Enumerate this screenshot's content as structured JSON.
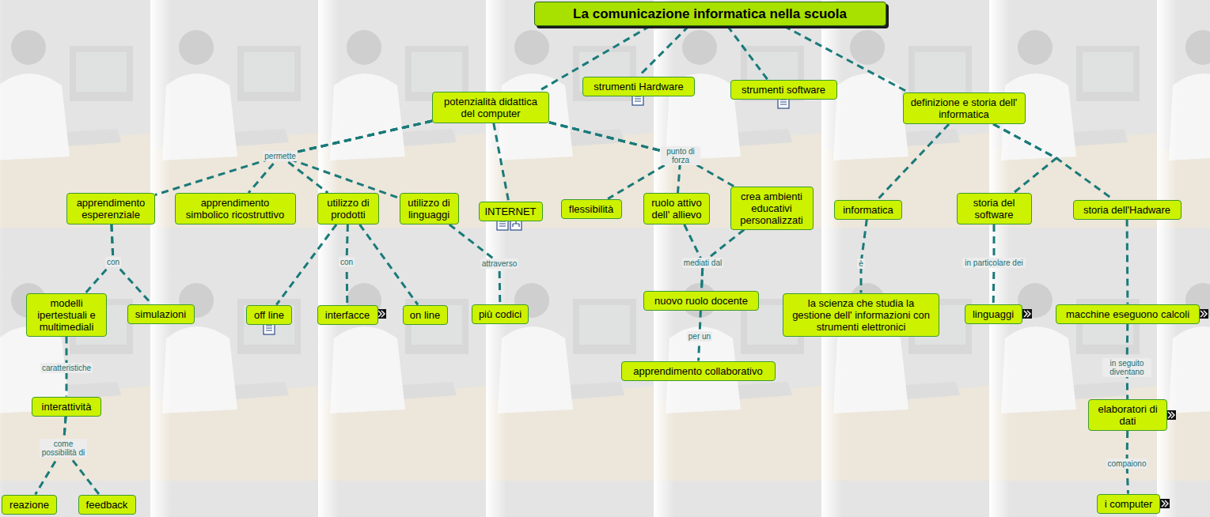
{
  "diagram": {
    "nodes": [
      {
        "text": [
          "La comunicazione informatica nella scuola"
        ]
      },
      {
        "text": [
          "strumenti Hardware"
        ]
      },
      {
        "text": [
          "strumenti software"
        ]
      },
      {
        "text": [
          "potenzialità didattica del computer"
        ]
      },
      {
        "text": [
          "definizione e storia dell' informatica"
        ]
      },
      {
        "text": [
          "apprendimento esperenziale"
        ]
      },
      {
        "text": [
          "apprendimento simbolico ricostruttivo"
        ]
      },
      {
        "text": [
          "utilizzo di prodotti"
        ]
      },
      {
        "text": [
          "utilizzo di linguaggi"
        ]
      },
      {
        "text": [
          "INTERNET"
        ]
      },
      {
        "text": [
          "flessibilità"
        ]
      },
      {
        "text": [
          "ruolo attivo dell' allievo"
        ]
      },
      {
        "text": [
          "crea ambienti educativi personalizzati"
        ]
      },
      {
        "text": [
          "informatica"
        ]
      },
      {
        "text": [
          "storia del software"
        ]
      },
      {
        "text": [
          "storia dell'Hadware"
        ]
      },
      {
        "text": [
          "modelli ipertestuali e multimediali"
        ]
      },
      {
        "text": [
          "simulazioni"
        ]
      },
      {
        "text": [
          "off line"
        ]
      },
      {
        "text": [
          "interfacce"
        ]
      },
      {
        "text": [
          "on line"
        ]
      },
      {
        "text": [
          "più codici"
        ]
      },
      {
        "text": [
          "nuovo ruolo docente"
        ]
      },
      {
        "text": [
          "la scienza che studia la gestione dell' informazioni con strumenti elettronici"
        ]
      },
      {
        "text": [
          "linguaggi"
        ]
      },
      {
        "text": [
          "macchine eseguono calcoli"
        ]
      },
      {
        "text": [
          "apprendimento collaborativo"
        ]
      },
      {
        "text": [
          "interattività"
        ]
      },
      {
        "text": [
          "elaboratori di dati"
        ]
      },
      {
        "text": [
          "reazione"
        ]
      },
      {
        "text": [
          "feedback"
        ]
      },
      {
        "text": [
          "i computer"
        ]
      }
    ],
    "edges": [
      {
        "from": 0,
        "to": 3,
        "arrow": "none"
      },
      {
        "from": 0,
        "to": 1,
        "arrow": "none"
      },
      {
        "from": 0,
        "to": 2,
        "arrow": "none"
      },
      {
        "from": 0,
        "to": 4,
        "arrow": "none"
      },
      {
        "from": 3,
        "to": 9,
        "arrow": "none"
      },
      {
        "from": 3,
        "to": 5,
        "label": "permette",
        "arrow": "none"
      },
      {
        "from": 3,
        "to": 6,
        "arrow": "none"
      },
      {
        "from": 3,
        "to": 7,
        "arrow": "none"
      },
      {
        "from": 3,
        "to": 8,
        "arrow": "none"
      },
      {
        "from": 3,
        "to": 10,
        "label": "punto di forza",
        "arrow": "none"
      },
      {
        "from": 3,
        "to": 11,
        "arrow": "none"
      },
      {
        "from": 3,
        "to": 12,
        "arrow": "none"
      },
      {
        "from": 4,
        "to": 13,
        "arrow": "none"
      },
      {
        "from": 4,
        "to": 14,
        "arrow": "none"
      },
      {
        "from": 4,
        "to": 15,
        "arrow": "none"
      },
      {
        "from": 5,
        "to": 16,
        "label": "con",
        "arrow": "none"
      },
      {
        "from": 5,
        "to": 17,
        "arrow": "none"
      },
      {
        "from": 7,
        "to": 18,
        "arrow": "none"
      },
      {
        "from": 7,
        "to": 19,
        "label": "con",
        "arrow": "none"
      },
      {
        "from": 7,
        "to": 20,
        "arrow": "none"
      },
      {
        "from": 8,
        "to": 21,
        "label": "attraverso",
        "arrow": "none"
      },
      {
        "from": 11,
        "to": 22,
        "label": "mediati dal",
        "arrow": "none"
      },
      {
        "from": 12,
        "to": 22,
        "arrow": "none"
      },
      {
        "from": 22,
        "to": 26,
        "label": "per un",
        "arrow": "none"
      },
      {
        "from": 13,
        "to": 23,
        "label": "è",
        "arrow": "none"
      },
      {
        "from": 14,
        "to": 24,
        "label": "in particolare dei",
        "arrow": "none"
      },
      {
        "from": 15,
        "to": 25,
        "arrow": "none"
      },
      {
        "from": 25,
        "to": 28,
        "label": "in seguito diventano",
        "arrow": "none"
      },
      {
        "from": 28,
        "to": 31,
        "label": "compaiono",
        "arrow": "none"
      },
      {
        "from": 16,
        "to": 27,
        "label": "caratteristiche",
        "arrow": "none"
      },
      {
        "from": 27,
        "to": 29,
        "label": "come possibilità di",
        "arrow": "none"
      },
      {
        "from": 27,
        "to": 30,
        "arrow": "none"
      }
    ]
  }
}
